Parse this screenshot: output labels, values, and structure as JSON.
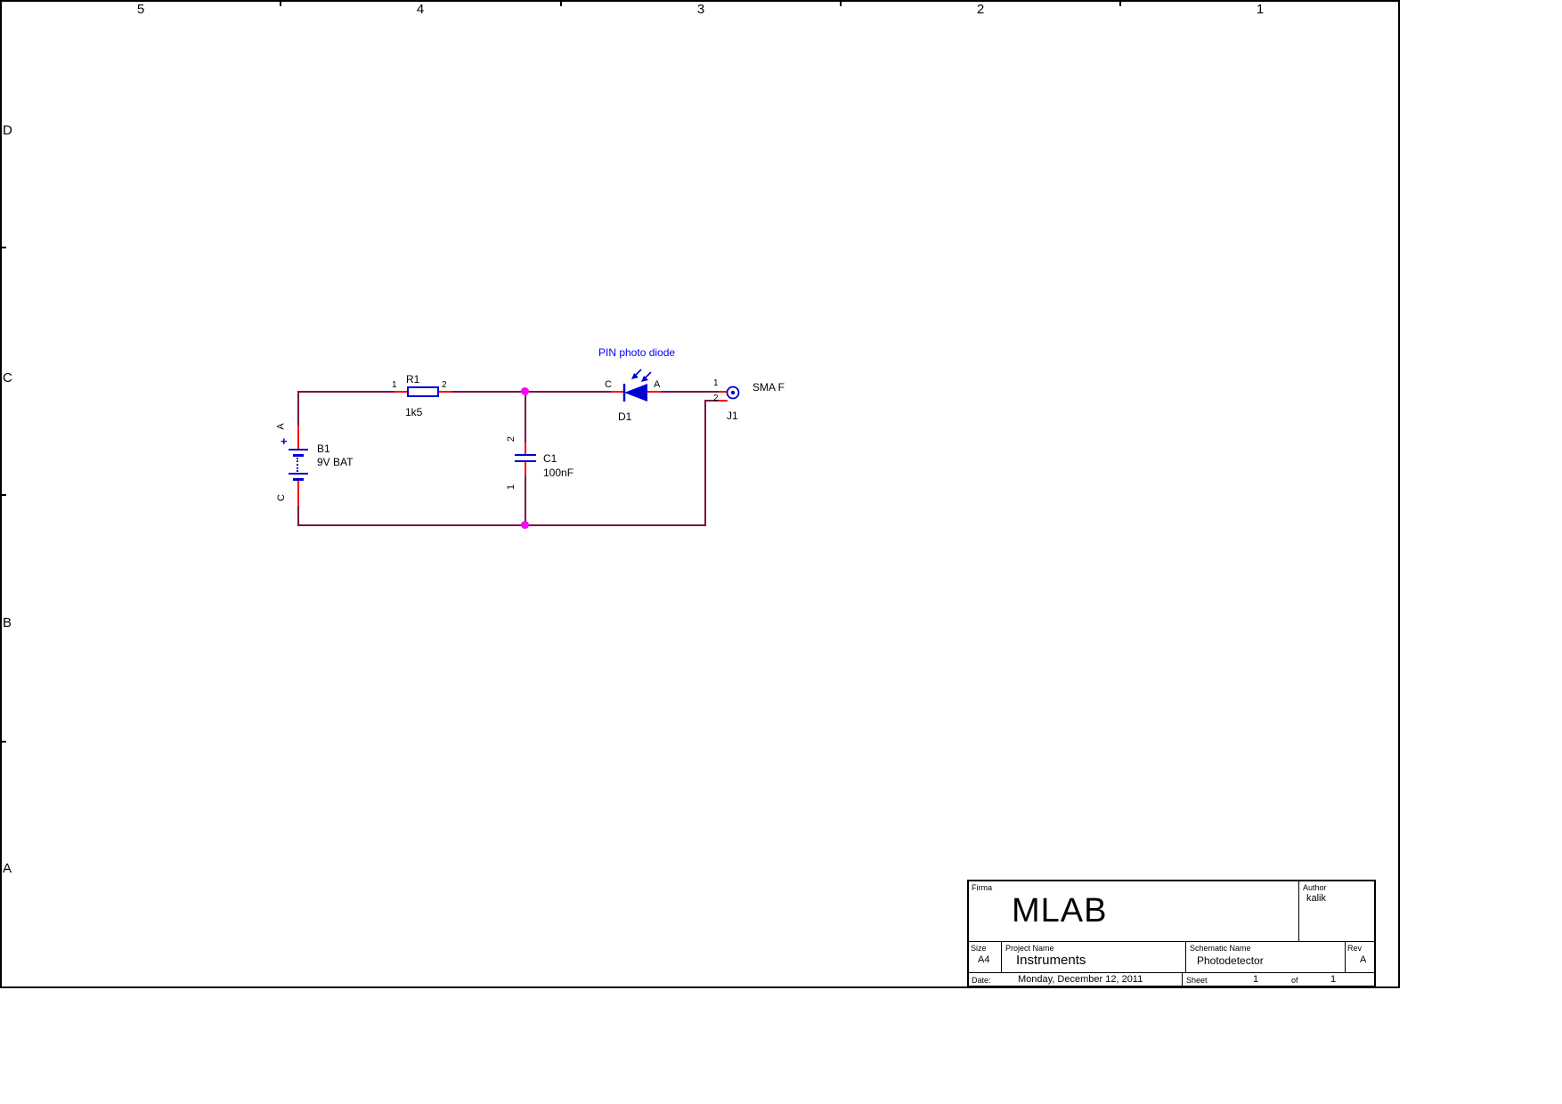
{
  "colors": {
    "net": "#7c1045",
    "pin": "#ff0000",
    "symbol": "#0000d0",
    "junction": "#ff00ff",
    "note": "#0000ff",
    "text": "#000000"
  },
  "frame": {
    "cols": [
      "5",
      "4",
      "3",
      "2",
      "1"
    ],
    "rows": [
      "D",
      "C",
      "B",
      "A"
    ]
  },
  "schematic": {
    "note": "PIN photo diode",
    "b1": {
      "ref": "B1",
      "value": "9V BAT",
      "pin_top": "A",
      "pin_bottom": "C",
      "polarity": "+"
    },
    "r1": {
      "ref": "R1",
      "value": "1k5",
      "pin1": "1",
      "pin2": "2"
    },
    "c1": {
      "ref": "C1",
      "value": "100nF",
      "pin1": "1",
      "pin2": "2"
    },
    "d1": {
      "ref": "D1",
      "cathode": "C",
      "anode": "A"
    },
    "j1": {
      "ref": "J1",
      "value": "SMA F",
      "pin1": "1",
      "pin2": "2"
    }
  },
  "titleblock": {
    "firma_label": "Firma",
    "firma": "MLAB",
    "author_label": "Author",
    "author": "kalik",
    "size_label": "Size",
    "size": "A4",
    "project_label": "Project Name",
    "project": "Instruments",
    "schematic_label": "Schematic Name",
    "schematic": "Photodetector",
    "rev_label": "Rev",
    "rev": "A",
    "date_label": "Date:",
    "date": "Monday, December 12, 2011",
    "sheet_label": "Sheet",
    "sheet_number": "1",
    "of_label": "of",
    "sheet_total": "1"
  }
}
